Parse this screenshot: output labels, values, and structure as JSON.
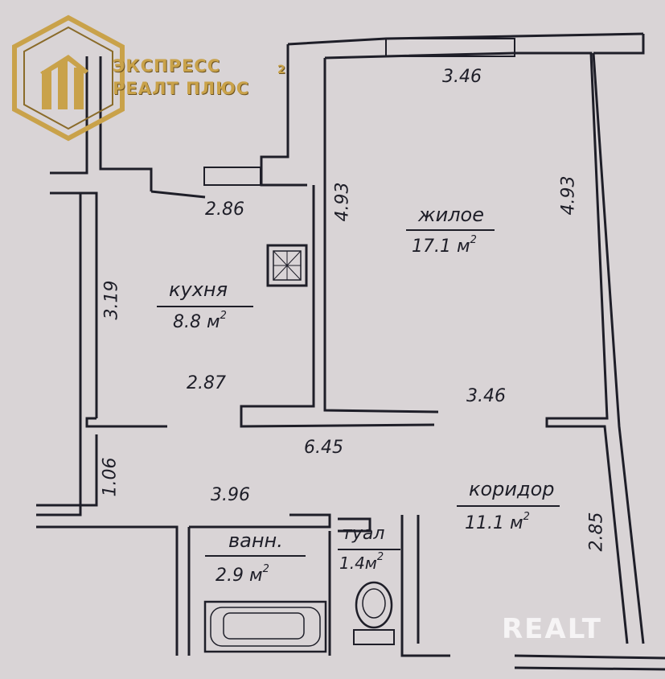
{
  "logo": {
    "line1": "ЭКСПРЕСС",
    "line2": "РЕАЛТ ПЛЮС",
    "superscript": "2",
    "color": "#c9a24a"
  },
  "watermark": {
    "text": "REALT"
  },
  "rooms": {
    "kitchen": {
      "name": "кухня",
      "area": "8.8 м"
    },
    "living": {
      "name": "жилое",
      "area": "17.1 м"
    },
    "corridor": {
      "name": "коридор",
      "area": "11.1 м"
    },
    "bath": {
      "name": "ванн.",
      "area": "2.9 м"
    },
    "toilet": {
      "name": "туал",
      "area": "1.4м"
    }
  },
  "area_unit_sup": "2",
  "dimensions": {
    "living_top": "3.46",
    "living_left": "4.93",
    "living_right": "4.93",
    "living_bottom": "3.46",
    "kitchen_top": "2.86",
    "kitchen_left": "3.19",
    "kitchen_bottom": "2.87",
    "corridor_length": "6.45",
    "corridor_left": "1.06",
    "corridor_bottom": "3.96",
    "corridor_right": "2.85"
  },
  "colors": {
    "paper": "#d9d4d6",
    "wall": "#1e1e28",
    "logo_gold": "#c9a24a"
  }
}
